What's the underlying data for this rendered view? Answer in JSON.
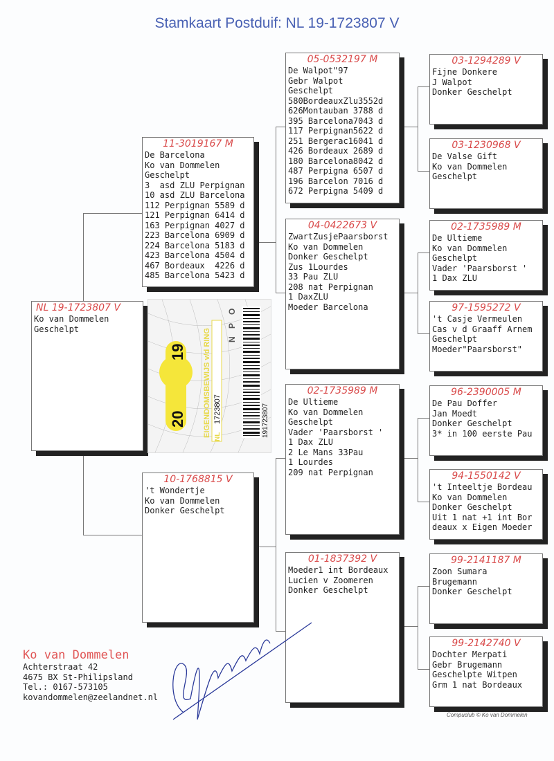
{
  "title": "Stamkaart Postduif: NL  19-1723807 V",
  "subject": {
    "ring": "NL  19-1723807 V",
    "lines": [
      "",
      "Ko van Dommelen",
      "Geschelpt"
    ]
  },
  "gen2": [
    {
      "ring": "11-3019167 M",
      "lines": [
        "De Barcelona",
        "Ko van Dommelen",
        "Geschelpt",
        "3  asd ZLU Perpignan",
        "10 asd ZLU Barcelona",
        "112 Perpignan 5589 d",
        "121 Perpignan 6414 d",
        "163 Perpignan 4027 d",
        "223 Barcelona 6909 d",
        "224 Barcelona 5183 d",
        "423 Barcelona 4504 d",
        "467 Bordeaux  4226 d",
        "485 Barcelona 5423 d"
      ]
    },
    {
      "ring": "10-1768815 V",
      "lines": [
        "'t Wondertje",
        "Ko van Dommelen",
        "Donker Geschelpt"
      ]
    }
  ],
  "gen3": [
    {
      "ring": "05-0532197 M",
      "lines": [
        "De Walpot\"97",
        "Gebr Walpot",
        "Geschelpt",
        "580BordeauxZlu3552d",
        "626Montauban 3788 d",
        "395 Barcelona7043 d",
        "117 Perpignan5622 d",
        "251 Bergerac16041 d",
        "426 Bordeaux 2689 d",
        "180 Barcelona8042 d",
        "487 Perpigna 6507 d",
        "196 Barcelon 7016 d",
        "672 Perpigna 5409 d"
      ]
    },
    {
      "ring": "04-0422673 V",
      "lines": [
        "ZwartZusjePaarsborst",
        "Ko van Dommelen",
        "Donker Geschelpt",
        "Zus 1Lourdes",
        "33 Pau ZLU",
        "208 nat Perpignan",
        "1 DaxZLU",
        "Moeder Barcelona"
      ]
    },
    {
      "ring": "02-1735989 M",
      "lines": [
        "De Ultieme",
        "Ko van Dommelen",
        "Geschelpt",
        "Vader 'Paarsborst '",
        "1 Dax ZLU",
        "2 Le Mans 33Pau",
        "1 Lourdes",
        "209 nat Perpignan"
      ]
    },
    {
      "ring": "01-1837392 V",
      "lines": [
        "Moeder1 int Bordeaux",
        "Lucien v Zoomeren",
        "Donker Geschelpt"
      ]
    }
  ],
  "gen4": [
    {
      "ring": "03-1294289 V",
      "lines": [
        "Fijne Donkere",
        "J Walpot",
        "Donker Geschelpt"
      ]
    },
    {
      "ring": "03-1230968 V",
      "lines": [
        "De Valse Gift",
        "Ko van Dommelen",
        "Geschelpt"
      ]
    },
    {
      "ring": "02-1735989 M",
      "lines": [
        "De Ultieme",
        "Ko van Dommelen",
        "Geschelpt",
        "Vader 'Paarsborst '",
        "1 Dax ZLU"
      ]
    },
    {
      "ring": "97-1595272 V",
      "lines": [
        "'t Casje Vermeulen",
        "Cas v d Graaff Arnem",
        "Geschelpt",
        "",
        "Moeder\"Paarsborst\""
      ]
    },
    {
      "ring": "96-2390005 M",
      "lines": [
        "De Pau Doffer",
        "Jan Moedt",
        "Donker Geschelpt",
        "3* in 100 eerste Pau"
      ]
    },
    {
      "ring": "94-1550142 V",
      "lines": [
        "'t Inteeltje Bordeau",
        "Ko van Dommelen",
        "Donker Geschelpt",
        "Uit 1 nat +1 int Bor",
        "deaux x Eigen Moeder"
      ]
    },
    {
      "ring": "99-2141187 M",
      "lines": [
        "Zoon Sumara",
        "Brugemann",
        "Donker Geschelpt"
      ]
    },
    {
      "ring": "99-2142740 V",
      "lines": [
        "Dochter Merpati",
        "Gebr Brugemann",
        "Geschelpte Witpen",
        "Grm 1 nat Bordeaux"
      ]
    }
  ],
  "ring_card": {
    "year_a": "20",
    "year_b": "19",
    "heading": "EIGENDOMSBEWIJS v/d RING",
    "country": "NL",
    "number": "1723807",
    "barcode": "191723807",
    "org": [
      "N",
      "P",
      "O"
    ]
  },
  "owner": {
    "name": "Ko van Dommelen",
    "address": [
      "Achterstraat 42",
      "4675 BX  St-Philipsland",
      "Tel.: 0167-573105",
      "kovandommelen@zeelandnet.nl"
    ]
  },
  "footer": "Compuclub © Ko van Dommelen"
}
